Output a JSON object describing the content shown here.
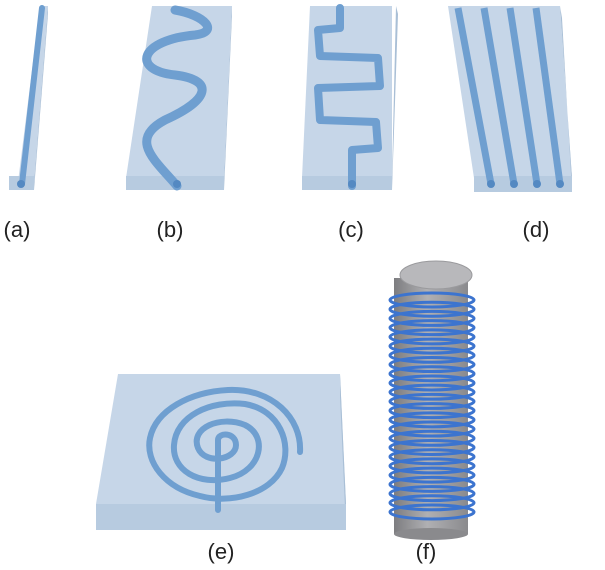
{
  "labels": {
    "a": "(a)",
    "b": "(b)",
    "c": "(c)",
    "d": "(d)",
    "e": "(e)",
    "f": "(f)"
  },
  "colors": {
    "block_top": "#c6d6e8",
    "block_front": "#b7cbe0",
    "block_side": "#a9bfd6",
    "channel": "#6f9fd0",
    "channel_dark": "#5489c2",
    "cylinder_side": "#9a9a9d",
    "cylinder_top": "#b8b8bb",
    "coil": "#3c74cf"
  }
}
